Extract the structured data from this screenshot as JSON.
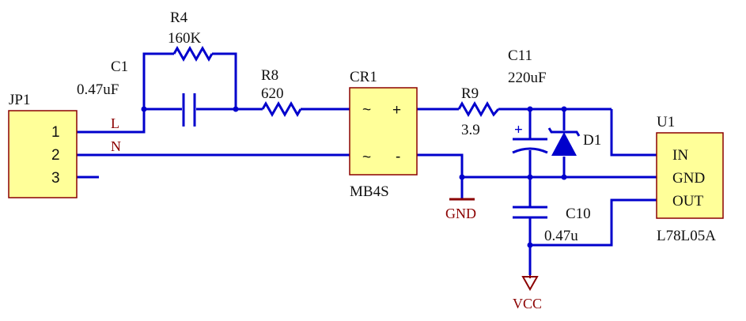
{
  "colors": {
    "wire": "#0000cc",
    "component": "#0000cc",
    "net_label": "#8b0000",
    "box_fill": "#ffff99",
    "box_stroke": "#8b0000",
    "text": "#111111"
  },
  "connector": {
    "designator": "JP1",
    "pins": [
      "1",
      "2",
      "3"
    ],
    "net_labels": [
      "L",
      "N"
    ]
  },
  "components": {
    "c1": {
      "designator": "C1",
      "value": "0.47uF"
    },
    "r4": {
      "designator": "R4",
      "value": "160K"
    },
    "r8": {
      "designator": "R8",
      "value": "620"
    },
    "cr1": {
      "designator": "CR1",
      "part": "MB4S",
      "ac1": "~",
      "ac2": "~",
      "plus": "+",
      "minus": "-"
    },
    "r9": {
      "designator": "R9",
      "value": "3.9"
    },
    "c11": {
      "designator": "C11",
      "value": "220uF",
      "polarity": "+"
    },
    "d1": {
      "designator": "D1"
    },
    "c10": {
      "designator": "C10",
      "value": "0.47u"
    },
    "u1": {
      "designator": "U1",
      "part": "L78L05A",
      "pins": [
        "IN",
        "GND",
        "OUT"
      ]
    }
  },
  "power": {
    "gnd": "GND",
    "vcc": "VCC"
  }
}
